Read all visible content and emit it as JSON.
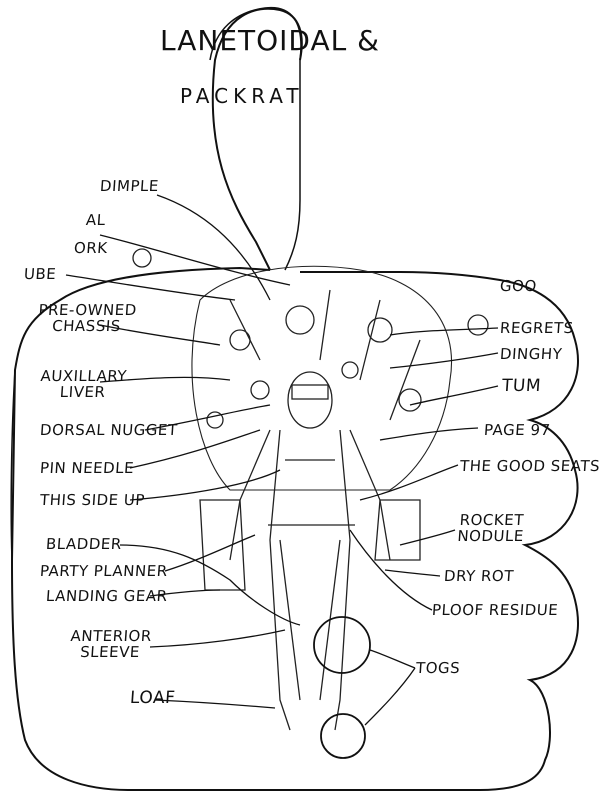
{
  "title": {
    "line1": "LANETOIDAL &",
    "line2": "PACKRAT"
  },
  "labels": {
    "dimple": "DIMPLE",
    "al": "AL",
    "ork": "ORK",
    "ube": "UBE",
    "pre_owned_1": "PRE-OWNED",
    "pre_owned_2": "CHASSIS",
    "aux_1": "AUXILLARY",
    "aux_2": "LIVER",
    "dorsal": "DORSAL NUGGET",
    "pin": "PIN NEEDLE",
    "this_side": "THIS SIDE UP",
    "bladder": "BLADDER",
    "party": "PARTY PLANNER",
    "landing": "LANDING GEAR",
    "anterior_1": "ANTERIOR",
    "anterior_2": "SLEEVE",
    "loaf": "LOAF",
    "goo": "GOO",
    "regrets": "REGRETS",
    "dinghy": "DINGHY",
    "tum": "TUM",
    "page97": "PAGE 97",
    "good_seats": "THE GOOD SEATS",
    "rocket_1": "ROCKET",
    "rocket_2": "NODULE",
    "dry_rot": "DRY ROT",
    "ploof": "PLOOF RESIDUE",
    "togs": "TOGS"
  }
}
